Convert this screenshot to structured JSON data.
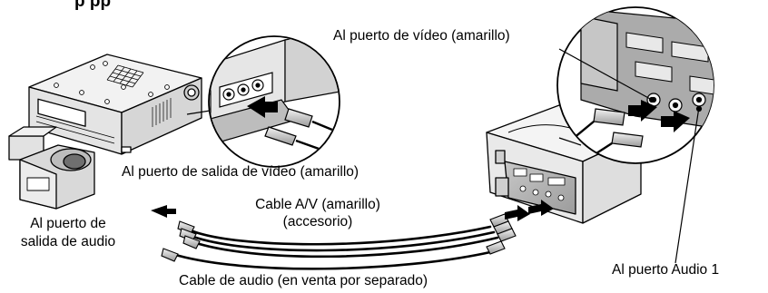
{
  "heading": "p                                          pp",
  "labels": {
    "video_port": "Al puerto de vídeo (amarillo)",
    "video_out_port": "Al puerto de salida de vídeo (amarillo)",
    "av_cable_line1": "Cable A/V (amarillo)",
    "av_cable_line2": "(accesorio)",
    "audio_out_line1": "Al puerto de",
    "audio_out_line2": "salida de audio",
    "audio_cable": "Cable de audio (en venta por separado)",
    "audio1_port": "Al puerto Audio 1"
  },
  "devices": [
    "vcr-icon",
    "camcorder-icon",
    "projector-icon"
  ],
  "colors": {
    "line": "#000000",
    "metal_light": "#d9d9d9",
    "metal_dark": "#8c8c8c",
    "panel": "#b3b3b3"
  }
}
